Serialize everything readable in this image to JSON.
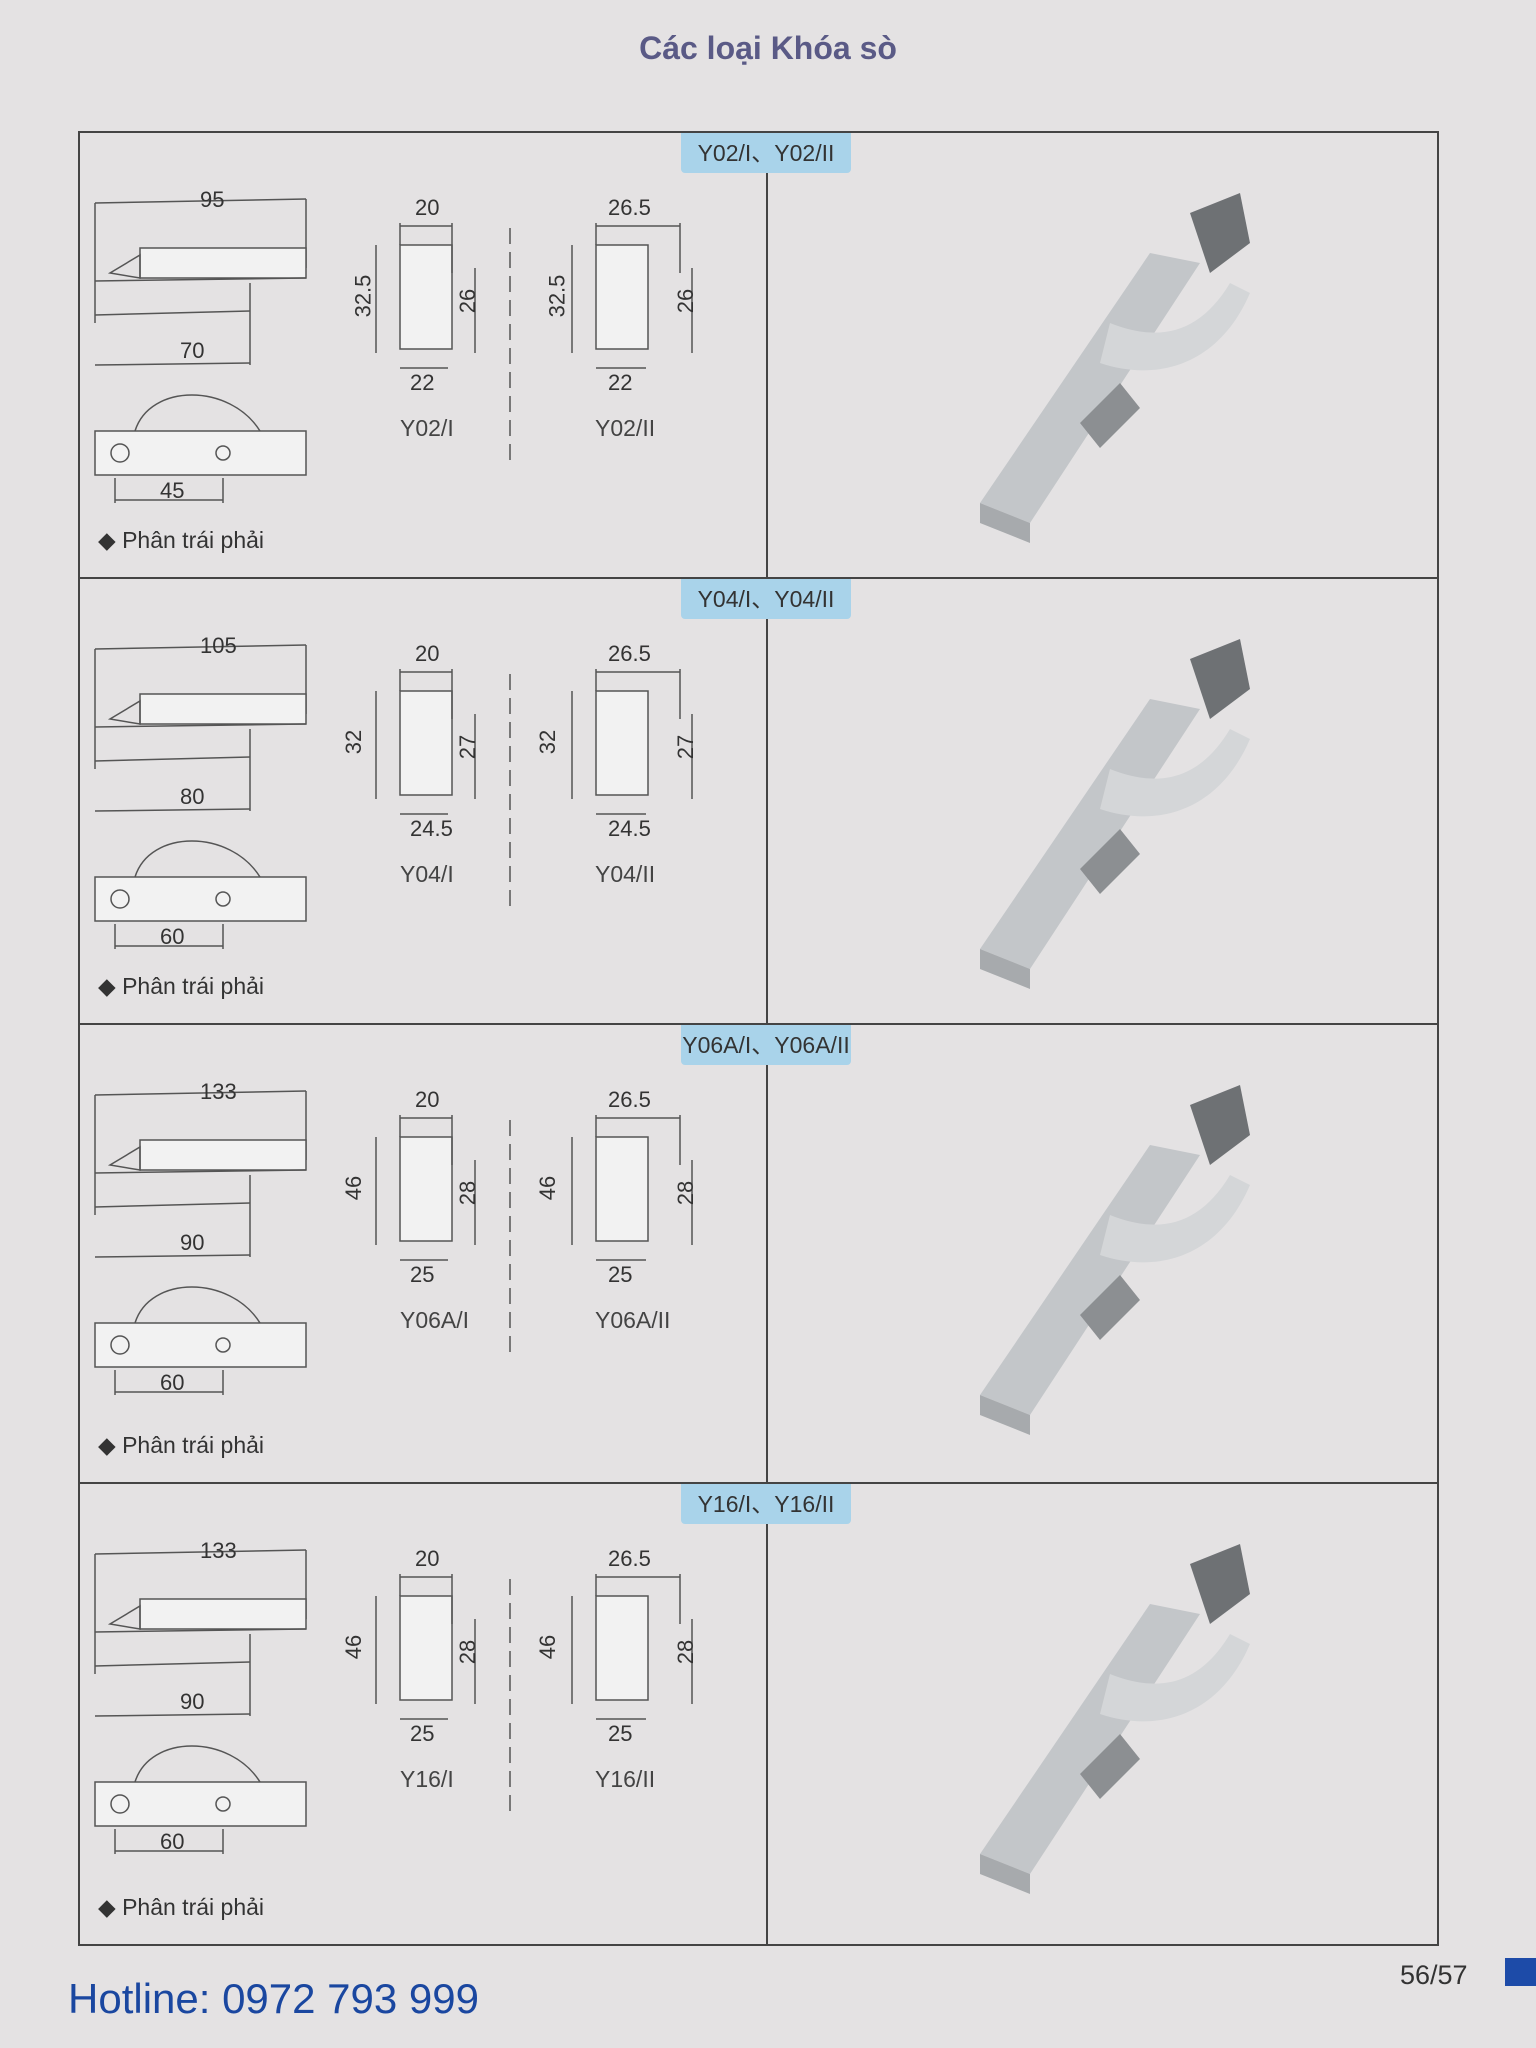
{
  "title": "Các loại Khóa sò",
  "rows": [
    {
      "tab": "Y02/I、Y02/II",
      "overall": "95",
      "base": "70",
      "bottom": "45",
      "v1": {
        "top": "20",
        "height": "32.5",
        "side": "26",
        "base": "22",
        "model": "Y02/I"
      },
      "v2": {
        "top": "26.5",
        "height": "32.5",
        "side": "26",
        "base": "22",
        "model": "Y02/II"
      },
      "note": "Phân trái phải"
    },
    {
      "tab": "Y04/I、Y04/II",
      "overall": "105",
      "base": "80",
      "bottom": "60",
      "v1": {
        "top": "20",
        "height": "32",
        "side": "27",
        "base": "24.5",
        "model": "Y04/I"
      },
      "v2": {
        "top": "26.5",
        "height": "32",
        "side": "27",
        "base": "24.5",
        "model": "Y04/II"
      },
      "note": "Phân trái phải"
    },
    {
      "tab": "Y06A/I、Y06A/II",
      "overall": "133",
      "base": "90",
      "bottom": "60",
      "v1": {
        "top": "20",
        "height": "46",
        "side": "28",
        "base": "25",
        "model": "Y06A/I"
      },
      "v2": {
        "top": "26.5",
        "height": "46",
        "side": "28",
        "base": "25",
        "model": "Y06A/II"
      },
      "note": "Phân trái phải"
    },
    {
      "tab": "Y16/I、Y16/II",
      "overall": "133",
      "base": "90",
      "bottom": "60",
      "v1": {
        "top": "20",
        "height": "46",
        "side": "28",
        "base": "25",
        "model": "Y16/I"
      },
      "v2": {
        "top": "26.5",
        "height": "46",
        "side": "28",
        "base": "25",
        "model": "Y16/II"
      },
      "note": "Phân trái phải"
    }
  ],
  "footer": {
    "hotline": "Hotline: 0972 793 999",
    "page": "56/57"
  },
  "colors": {
    "tab": "#a9d3ea",
    "title": "#5a5a86",
    "hotline": "#1a47a0"
  }
}
